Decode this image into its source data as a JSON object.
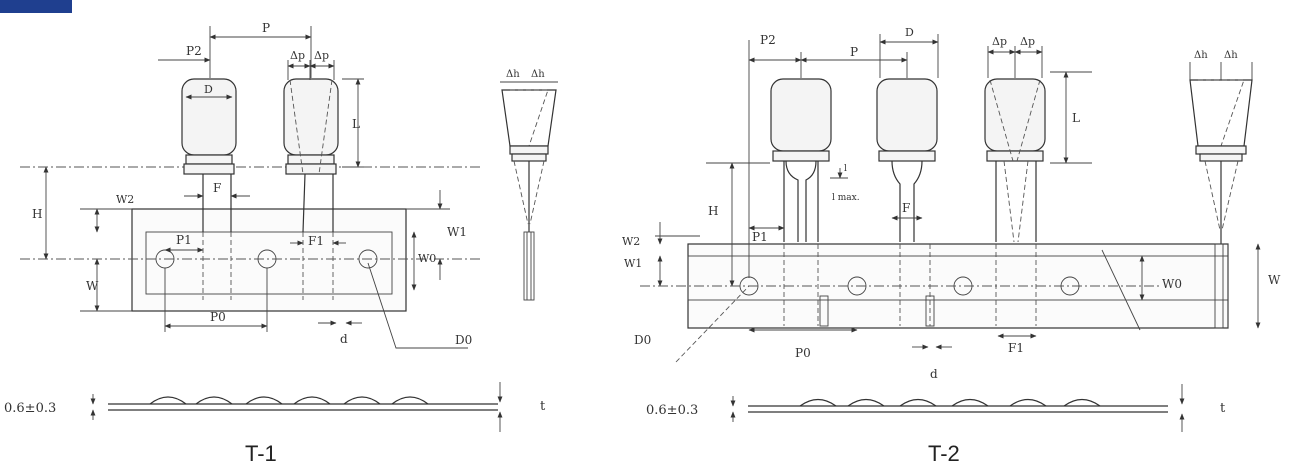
{
  "accent_color": "#1f3f8f",
  "t1": {
    "caption": "T-1",
    "labels": {
      "P": "P",
      "P2": "P2",
      "D": "D",
      "dp1": "Δp",
      "dp2": "Δp",
      "L": "L",
      "H": "H",
      "W2": "W2",
      "F": "F",
      "P1": "P1",
      "F1": "F1",
      "W1": "W1",
      "W0": "W0",
      "W": "W",
      "P0": "P0",
      "d": "d",
      "D0": "D0",
      "dh1": "Δh",
      "dh2": "Δh"
    },
    "thickness_label": "0.6±0.3",
    "t_label": "t"
  },
  "t2": {
    "caption": "T-2",
    "labels": {
      "P2": "P2",
      "P": "P",
      "D": "D",
      "dp1": "Δp",
      "dp2": "Δp",
      "L": "L",
      "l": "l",
      "lmax": "l max.",
      "H": "H",
      "P1": "P1",
      "F": "F",
      "W2": "W2",
      "W1": "W1",
      "W0": "W0",
      "W": "W",
      "D0": "D0",
      "P0": "P0",
      "d": "d",
      "F1": "F1",
      "dh1": "Δh",
      "dh2": "Δh"
    },
    "thickness_label": "0.6±0.3",
    "t_label": "t"
  }
}
